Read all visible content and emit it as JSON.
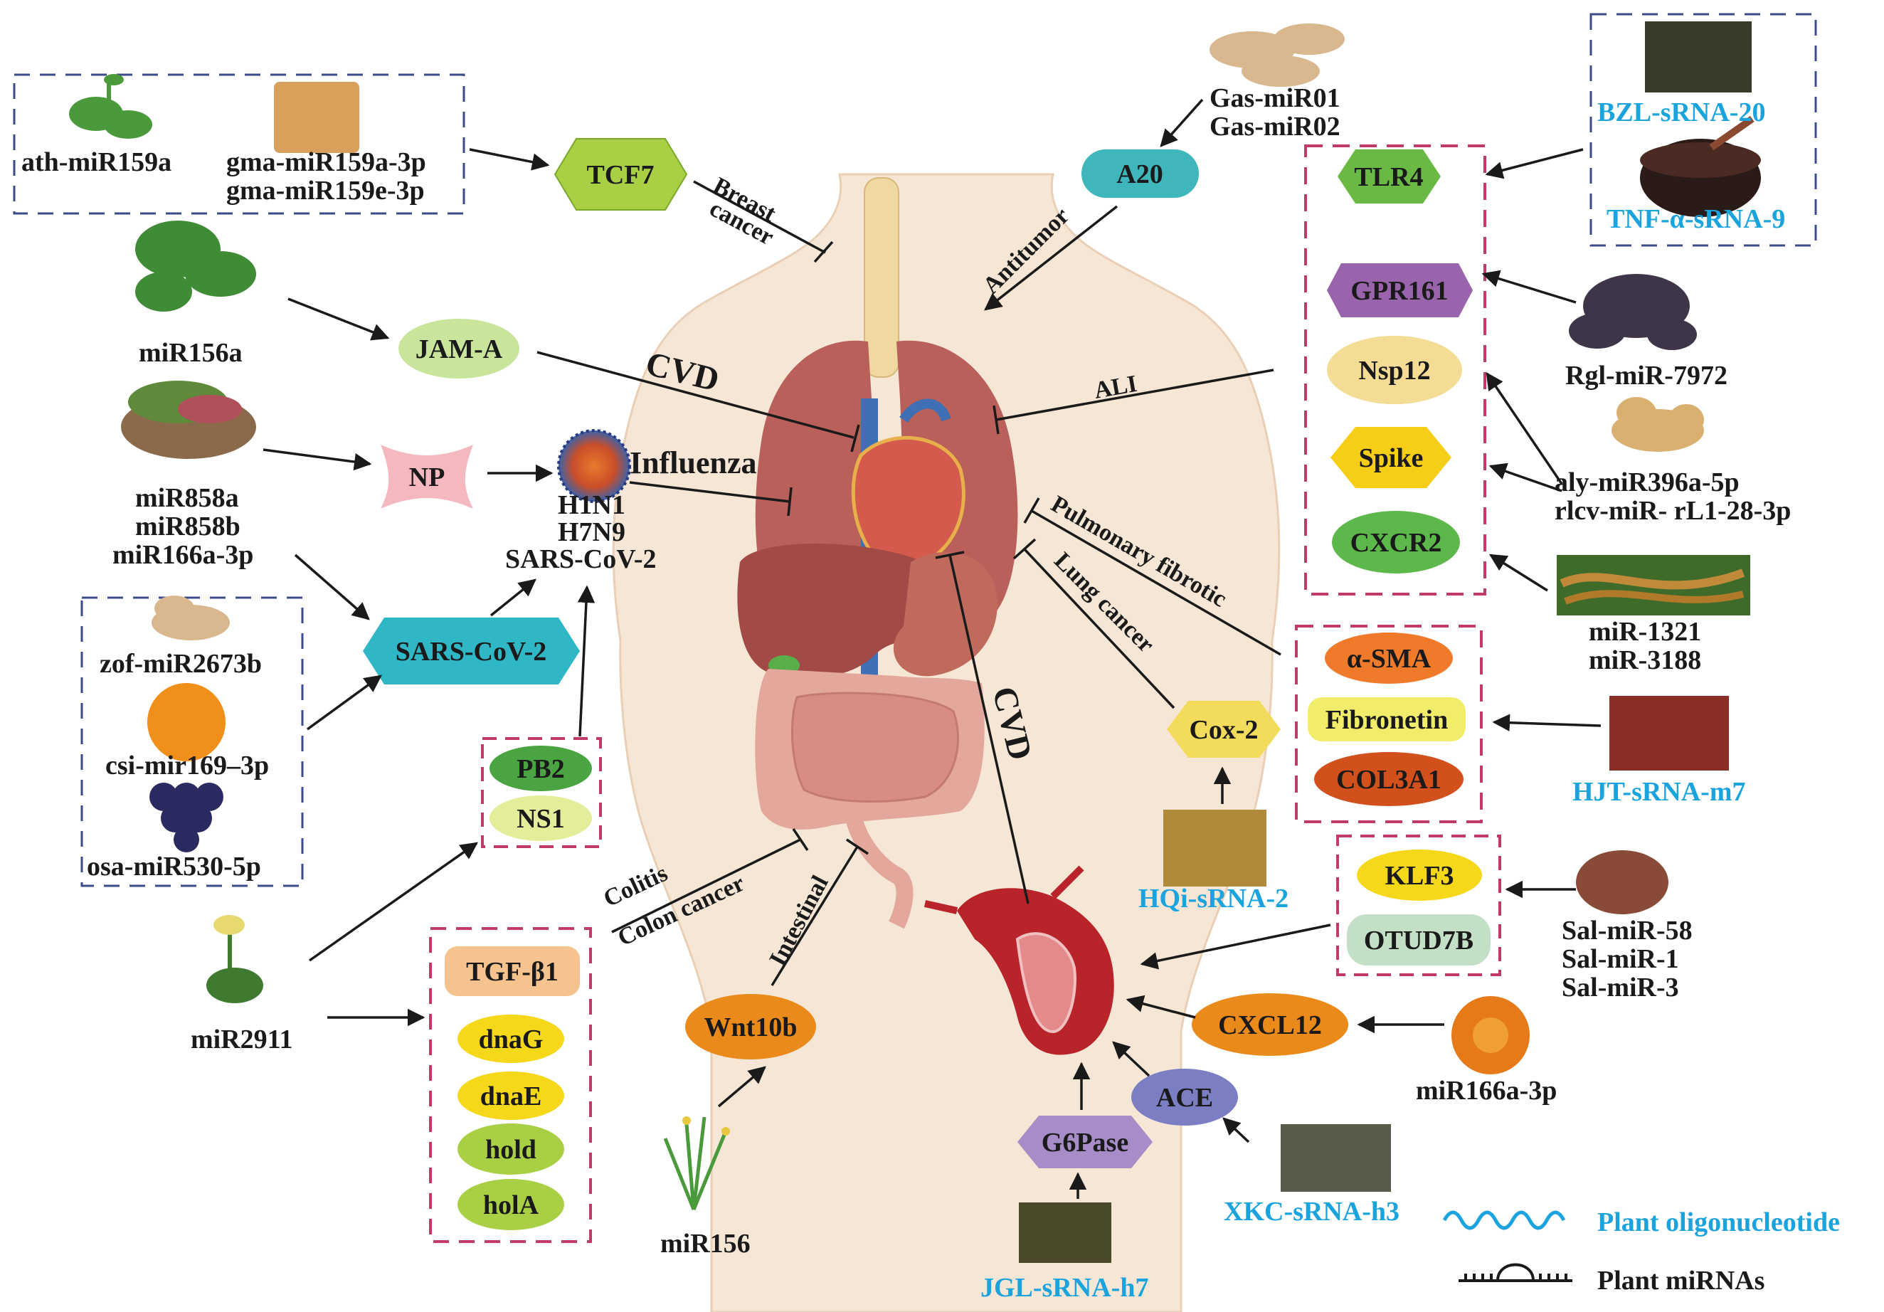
{
  "colors": {
    "source_label_blue": "#1aa3dc",
    "plant_mirna_label": "#1a1a1a",
    "dashed_box_blue": "#3a4a8a",
    "dashed_box_red": "#c23a6a",
    "body": "#f6e6d6"
  },
  "labels": {
    "ath_mir159a": "ath-miR159a",
    "gma_mir159a": "gma-miR159a-3p",
    "gma_mir159e": "gma-miR159e-3p",
    "mir156a": "miR156a",
    "mir858a": "miR858a",
    "mir858b": "miR858b",
    "mir166a_3p_left": "miR166a-3p",
    "zof_mir2673b": "zof-miR2673b",
    "csi_mir169": "csi-mir169–3p",
    "osa_mir530": "osa-miR530-5p",
    "mir2911": "miR2911",
    "mir156": "miR156",
    "h1n1": "H1N1",
    "h7n9": "H7N9",
    "sars_virus": "SARS-CoV-2",
    "gas_mir01": "Gas-miR01",
    "gas_mir02": "Gas-miR02",
    "bzl_srna_20": "BZL-sRNA-20",
    "tnf_srna_9": "TNF-α-sRNA-9",
    "rgl_mir_7972": "Rgl-miR-7972",
    "aly_mir396a": "aly-miR396a-5p",
    "rlcv_mir": "rlcv-miR- rL1-28-3p",
    "mir_1321": "miR-1321",
    "mir_3188": "miR-3188",
    "hjt_srna_m7": "HJT-sRNA-m7",
    "sal_mir_58": "Sal-miR-58",
    "sal_mir_1": "Sal-miR-1",
    "sal_mir_3": "Sal-miR-3",
    "mir166a_3p_right": "miR166a-3p",
    "hqi_srna_2": "HQi-sRNA-2",
    "xkc_srna_h3": "XKC-sRNA-h3",
    "jgl_srna_h7": "JGL-sRNA-h7"
  },
  "nodes": {
    "tcf7": "TCF7",
    "jam_a": "JAM-A",
    "np": "NP",
    "sars_cov_2": "SARS-CoV-2",
    "pb2": "PB2",
    "ns1": "NS1",
    "a20": "A20",
    "tlr4": "TLR4",
    "gpr161": "GPR161",
    "nsp12": "Nsp12",
    "spike": "Spike",
    "cxcr2": "CXCR2",
    "alpha_sma": "α-SMA",
    "fibronetin": "Fibronetin",
    "col3a1": "COL3A1",
    "cox_2": "Cox-2",
    "klf3": "KLF3",
    "otud7b": "OTUD7B",
    "tgf_b1": "TGF-β1",
    "dnag": "dnaG",
    "dnae": "dnaE",
    "hold": "hold",
    "hola": "holA",
    "wnt10b": "Wnt10b",
    "cxcl12": "CXCL12",
    "ace": "ACE",
    "g6pase": "G6Pase"
  },
  "diseases": {
    "breast": "Breast",
    "cancer": "cancer",
    "antitumor": "Antitumor",
    "cvd_top": "CVD",
    "influenza": "Influenza",
    "ali": "ALI",
    "pulmonary_fibrotic": "Pulmonary fibrotic",
    "lung_cancer": "Lung cancer",
    "cvd_bottom": "CVD",
    "colitis": "Colitis",
    "colon_cancer": "Colon cancer",
    "intestinal": "Intestinal"
  },
  "legend": {
    "plant_oligonucleotide": "Plant oligonucleotide",
    "plant_mirnas": "Plant miRNAs"
  }
}
